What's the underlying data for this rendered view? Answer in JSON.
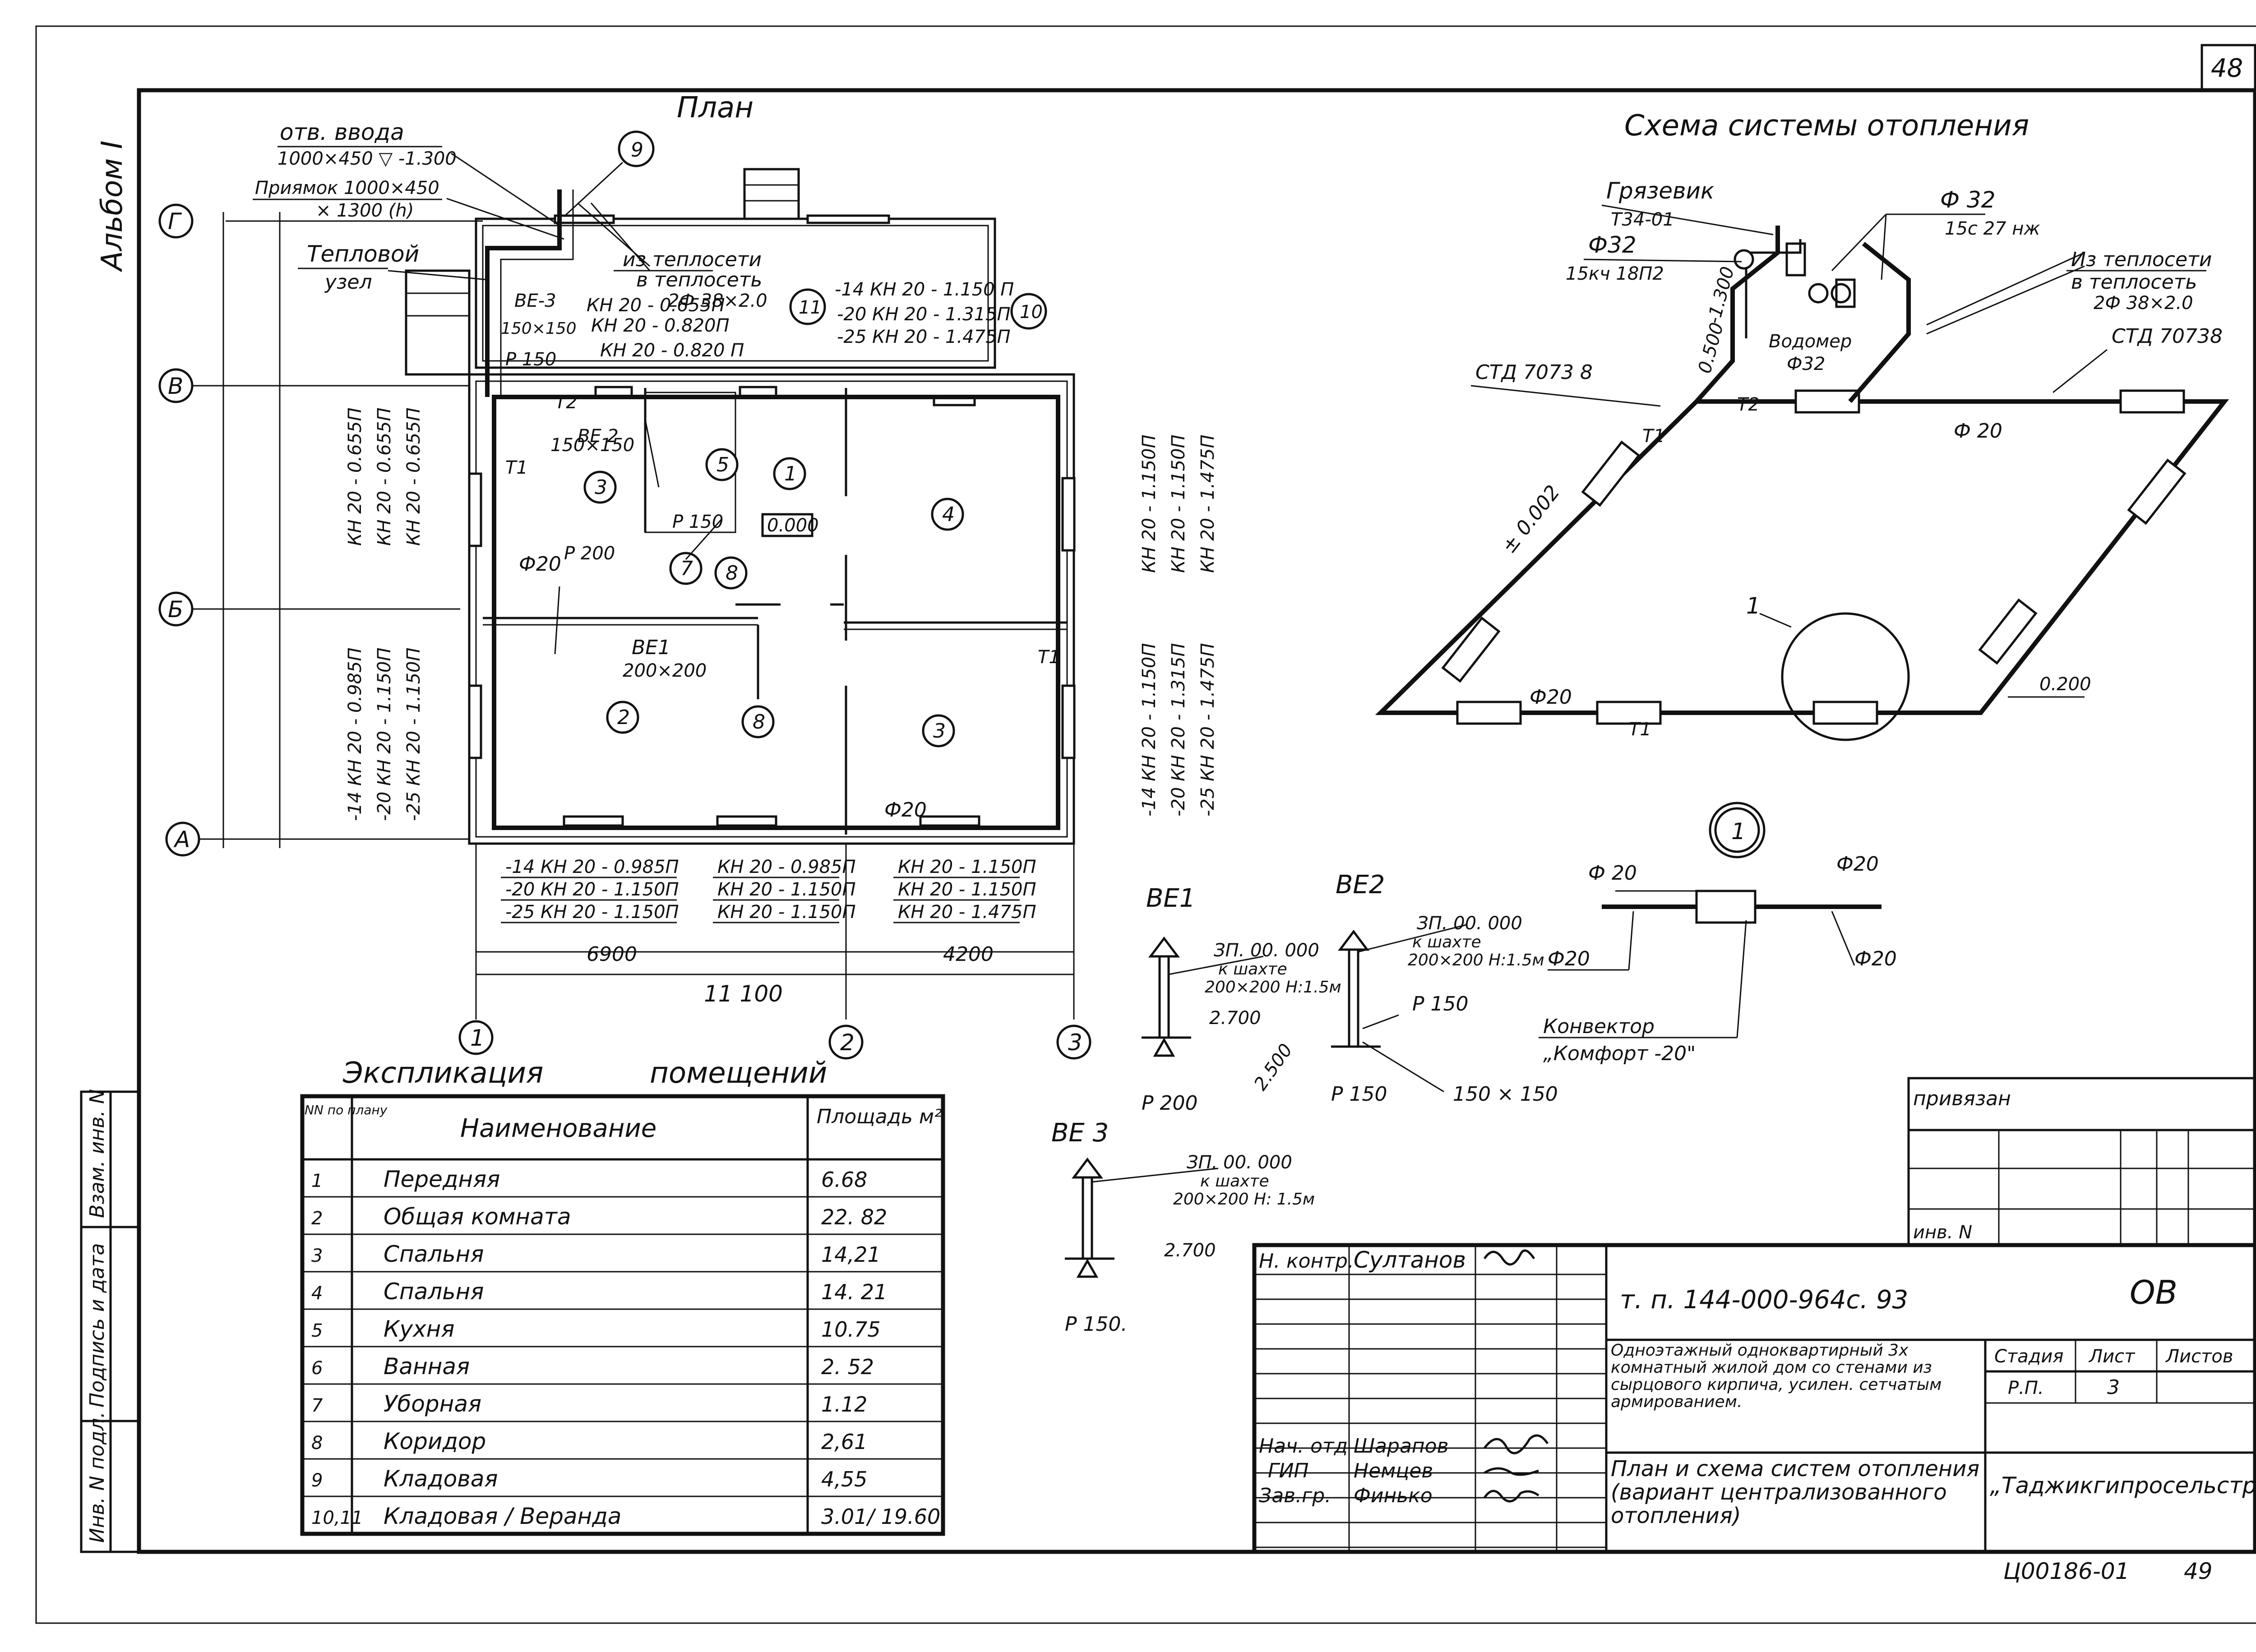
{
  "sheet": {
    "sheet_number_top": "48",
    "album_label": "Альбом I",
    "page_bottom": "49",
    "inventory_code": "Ц00186-01"
  },
  "plan": {
    "title": "План",
    "axes_letters": [
      "Г",
      "В",
      "Б",
      "А"
    ],
    "axes_numbers": [
      "1",
      "2",
      "3"
    ],
    "dim_total": "11 100",
    "dim_left": "6900",
    "dim_right": "4200",
    "labels": {
      "otv_vvoda": "отв. ввода",
      "otv_vvoda_size": "1000×450 ▽ -1.300",
      "priyamok": "Приямок 1000×450",
      "priyamok2": "× 1300 (h)",
      "teplovoy": "Тепловой",
      "uzel": "узел",
      "iz_teploseti": "из теплосети",
      "v_teploset": "в теплосеть",
      "pipe_2f": "2Ф 38×2.0",
      "be3": "ВЕ-3",
      "be3_size": "150×150",
      "p150": "Р 150",
      "be2": "ВЕ 2",
      "be2_size": "150×150",
      "be1": "ВЕ1",
      "be1_size": "200×200",
      "p200": "Р 200",
      "phi20": "Ф20",
      "t1": "Т1",
      "t2": "Т2",
      "level": "0.000",
      "p150b": "Р 150",
      "kn_a1": "КН 20 - 0.655П",
      "kn_a2": "КН 20 - 0.820П",
      "kn_a3": "КН 20 - 0.820 П",
      "veranda1": "-14 КН 20 - 1.150 П",
      "veranda2": "-20 КН 20 - 1.315П",
      "veranda3": "-25 КН 20 - 1.475П",
      "left_top1": "КН 20 - 0.655П",
      "left_top2": "КН 20 - 0.655П",
      "left_top3": "КН 20 - 0.655П",
      "left_bot1": "-14 КН 20 - 0.985П",
      "left_bot2": "-20 КН 20 - 1.150П",
      "left_bot3": "-25 КН 20 - 1.150П",
      "right_top1": "КН 20 - 1.150П",
      "right_top2": "КН 20 - 1.150П",
      "right_top3": "КН 20 - 1.475П",
      "right_bot1": "-14 КН 20 - 1.150П",
      "right_bot2": "-20 КН 20 - 1.315П",
      "right_bot3": "-25 КН 20 - 1.475П",
      "bot_a1": "-14   КН 20 - 0.985П",
      "bot_a2": "-20   КН 20 - 1.150П",
      "bot_a3": "-25   КН 20 - 1.150П",
      "bot_b1": "КН 20 - 0.985П",
      "bot_b2": "КН 20 - 1.150П",
      "bot_b3": "КН 20 - 1.150П",
      "bot_c1": "КН 20 - 1.150П",
      "bot_c2": "КН 20 - 1.150П",
      "bot_c3": "КН 20 - 1.475П"
    },
    "room_numbers": [
      "1",
      "2",
      "3",
      "3",
      "4",
      "5",
      "7",
      "8",
      "8",
      "9",
      "10",
      "11"
    ]
  },
  "scheme": {
    "title": "Схема системы отопления",
    "gryazevik": "Грязевик",
    "gryazevik2": "Т34-01",
    "phi32a": "Ф32",
    "phi32b": "15кч 18П2",
    "phi32c": "Ф 32",
    "valve": "15с 27 нж",
    "vodomer": "Водомер",
    "vodomer_phi": "Ф32",
    "iz_teploseti": "Из теплосети",
    "v_teploset": "в теплосеть",
    "pipe_2f": "2Ф 38×2.0",
    "std_left": "СТД 7073 8",
    "std_right": "СТД 70738",
    "lvl_1300": "-1.300",
    "lvl_0500": "0.500",
    "lvl_0002": "± 0.002",
    "lvl_0200": "0.200",
    "phi20_top": "Ф 20",
    "phi20_bot": "Ф20",
    "t1": "Т1",
    "t2": "Т2",
    "callout": "1"
  },
  "detail": {
    "num": "1",
    "phi20_tl": "Ф 20",
    "phi20_tr": "Ф20",
    "phi20_bl": "Ф20",
    "phi20_br": "Ф20",
    "convector": "Конвектор",
    "convector_name": "„Комфорт -20\""
  },
  "shafts": {
    "be1": {
      "title": "ВЕ1",
      "code": "ЗП. 00. 000",
      "text1": "к шахте",
      "text2": "200×200  Н:1.5м",
      "level": "2.700",
      "bottom": "Р 200"
    },
    "be2": {
      "title": "ВЕ2",
      "code": "ЗП. 00. 000",
      "text1": "к шахте",
      "text2": "200×200  Н:1.5м",
      "level": "2.500",
      "p": "Р 150",
      "bottom": "Р 150",
      "size": "150 × 150"
    },
    "be3": {
      "title": "ВЕ 3",
      "code": "ЗП. 00. 000",
      "text1": "к шахте",
      "text2": "200×200  Н: 1.5м",
      "level": "2.700",
      "bottom": "Р 150."
    }
  },
  "explication": {
    "title_left": "Экспликация",
    "title_right": "помещений",
    "headers": [
      "NN по плану",
      "Наименование",
      "Площадь м²"
    ],
    "rows": [
      [
        "1",
        "Передняя",
        "6.68"
      ],
      [
        "2",
        "Общая комната",
        "22. 82"
      ],
      [
        "3",
        "Спальня",
        "14,21"
      ],
      [
        "4",
        "Спальня",
        "14. 21"
      ],
      [
        "5",
        "Кухня",
        "10.75"
      ],
      [
        "6",
        "Ванная",
        "2. 52"
      ],
      [
        "7",
        "Уборная",
        "1.12"
      ],
      [
        "8",
        "Коридор",
        "2,61"
      ],
      [
        "9",
        "Кладовая",
        "4,55"
      ],
      [
        "10,11",
        "Кладовая  /  Веранда",
        "3.01/ 19.60"
      ]
    ]
  },
  "side_stamp": [
    "Инв. N подл.",
    "Подпись и дата",
    "Взам. инв. N"
  ],
  "privyazan": {
    "title": "привязан",
    "inv": "инв. N"
  },
  "title_block": {
    "code": "т. п. 144-000-964с. 93",
    "mark": "ОВ",
    "n_kontr_role": "Н. контр.",
    "n_kontr_name": "Султанов",
    "nach_otd_role": "Нач. отд",
    "nach_otd_name": "Шарапов",
    "gip_role": "ГИП",
    "gip_name": "Немцев",
    "zav_gr_role": "Зав.гр.",
    "zav_gr_name": "Финько",
    "description": "Одноэтажный одноквартирный 3х комнатный жилой дом со стенами из сырцового кирпича, усилен. сетчатым армированием.",
    "stage_h": "Стадия",
    "list_h": "Лист",
    "lists_h": "Листов",
    "stage": "Р.П.",
    "list": "3",
    "lists": "",
    "sheet_name": "План и схема систем отопления (вариант централизованного отопления)",
    "org": "„Таджикгипросельстрой\""
  }
}
